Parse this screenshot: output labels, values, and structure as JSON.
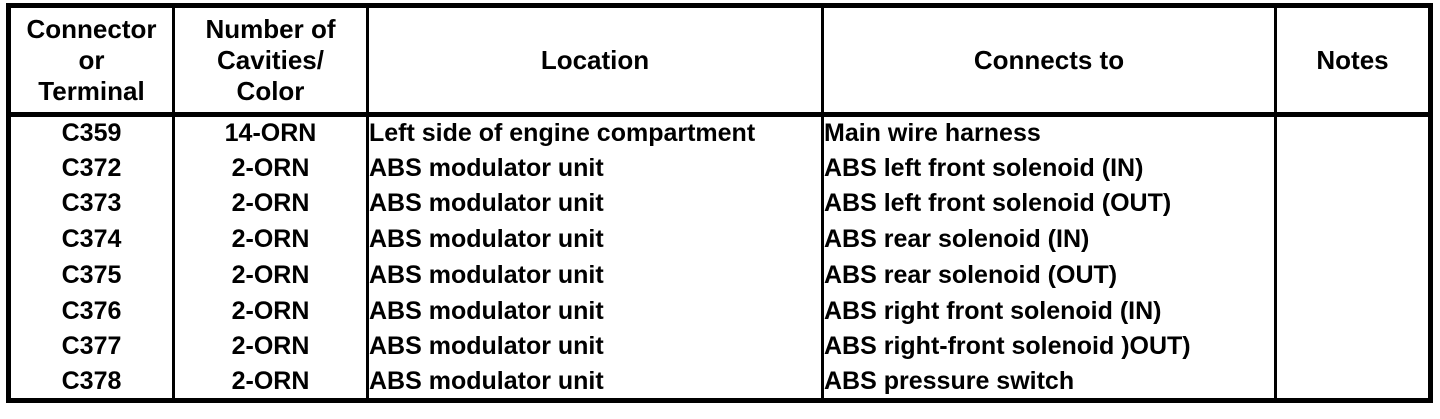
{
  "table": {
    "headers": {
      "connector": "Connector\nor\nTerminal",
      "cavities": "Number of\nCavities/\nColor",
      "location": "Location",
      "connects_to": "Connects to",
      "notes": "Notes"
    },
    "rows": [
      {
        "connector": "C359",
        "cavities": "14-ORN",
        "location": "Left side of engine compartment",
        "connects_to": "Main wire harness",
        "notes": ""
      },
      {
        "connector": "C372",
        "cavities": "2-ORN",
        "location": "ABS modulator unit",
        "connects_to": "ABS left front solenoid (IN)",
        "notes": ""
      },
      {
        "connector": "C373",
        "cavities": "2-ORN",
        "location": "ABS modulator unit",
        "connects_to": "ABS left front solenoid (OUT)",
        "notes": ""
      },
      {
        "connector": "C374",
        "cavities": "2-ORN",
        "location": "ABS modulator unit",
        "connects_to": "ABS rear solenoid (IN)",
        "notes": ""
      },
      {
        "connector": "C375",
        "cavities": "2-ORN",
        "location": "ABS modulator unit",
        "connects_to": "ABS rear solenoid (OUT)",
        "notes": ""
      },
      {
        "connector": "C376",
        "cavities": "2-ORN",
        "location": "ABS modulator unit",
        "connects_to": "ABS right front solenoid (IN)",
        "notes": ""
      },
      {
        "connector": "C377",
        "cavities": "2-ORN",
        "location": "ABS modulator unit",
        "connects_to": "ABS right-front solenoid )OUT)",
        "notes": ""
      },
      {
        "connector": "C378",
        "cavities": "2-ORN",
        "location": "ABS modulator unit",
        "connects_to": "ABS pressure switch",
        "notes": ""
      }
    ]
  },
  "colors": {
    "text": "#000000",
    "background": "#ffffff",
    "border": "#000000"
  }
}
